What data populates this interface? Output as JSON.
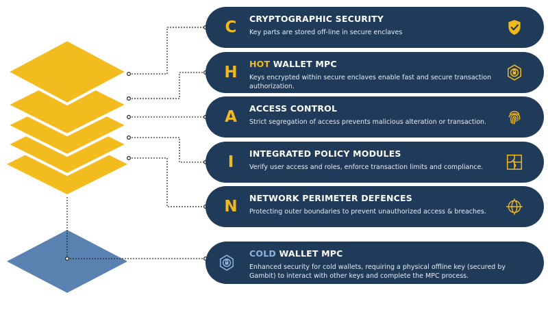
{
  "colors": {
    "card_bg": "#203a59",
    "accent_yellow": "#f2b91f",
    "layer_yellow": "#f2bb1e",
    "cold_blue": "#5a82b0"
  },
  "layers": [
    {
      "letter": "C",
      "title_highlight": "",
      "title": "CRYPTOGRAPHIC SECURITY",
      "description": "Key parts are stored off-line in secure enclaves",
      "icon": "shield-check-icon"
    },
    {
      "letter": "H",
      "title_highlight": "HOT",
      "title": " WALLET MPC",
      "description": "Keys encrypted within secure enclaves enable fast and secure transaction authorization.",
      "icon": "secure-network-icon"
    },
    {
      "letter": "A",
      "title_highlight": "",
      "title": "ACCESS CONTROL",
      "description": "Strict segregation of access prevents malicious alteration or transaction.",
      "icon": "fingerprint-icon"
    },
    {
      "letter": "I",
      "title_highlight": "",
      "title": "INTEGRATED POLICY MODULES",
      "description": "Verify user access and roles, enforce transaction limits and compliance.",
      "icon": "puzzle-icon"
    },
    {
      "letter": "N",
      "title_highlight": "",
      "title": "NETWORK PERIMETER DEFENCES",
      "description": "Protecting outer boundaries to prevent unauthorized access & breaches.",
      "icon": "globe-target-icon"
    }
  ],
  "cold": {
    "title_highlight": "COLD",
    "title": " WALLET MPC",
    "description": "Enhanced security for cold wallets, requiring a physical offline key (secured by Gambit) to interact with other keys and complete the MPC process.",
    "icon": "secure-network-icon"
  }
}
